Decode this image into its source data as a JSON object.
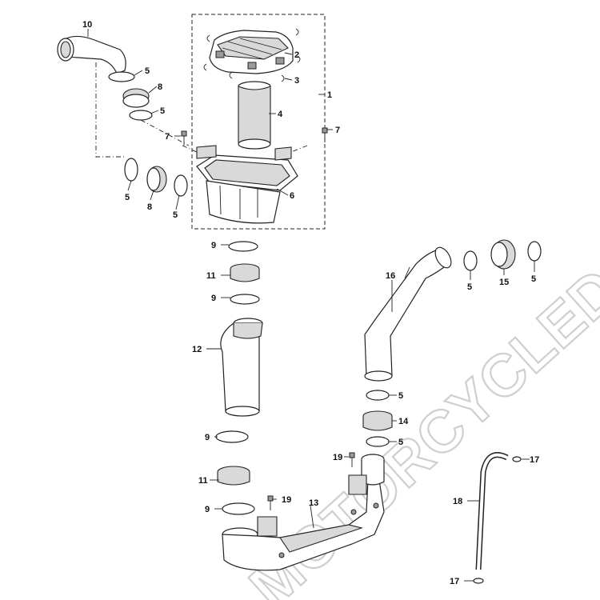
{
  "watermark": "MOTORCYCLEDOCTOR",
  "callouts": {
    "c1": "1",
    "c2": "2",
    "c3": "3",
    "c4": "4",
    "c5a": "5",
    "c5b": "5",
    "c5c": "5",
    "c5d": "5",
    "c5e": "5",
    "c5f": "5",
    "c5g": "5",
    "c6": "6",
    "c7a": "7",
    "c7b": "7",
    "c8a": "8",
    "c8b": "8",
    "c9a": "9",
    "c9b": "9",
    "c9c": "9",
    "c9d": "9",
    "c10": "10",
    "c11a": "11",
    "c11b": "11",
    "c12": "12",
    "c13": "13",
    "c14": "14",
    "c15": "15",
    "c16": "16",
    "c17a": "17",
    "c17b": "17",
    "c18": "18",
    "c19a": "19",
    "c19b": "19"
  }
}
